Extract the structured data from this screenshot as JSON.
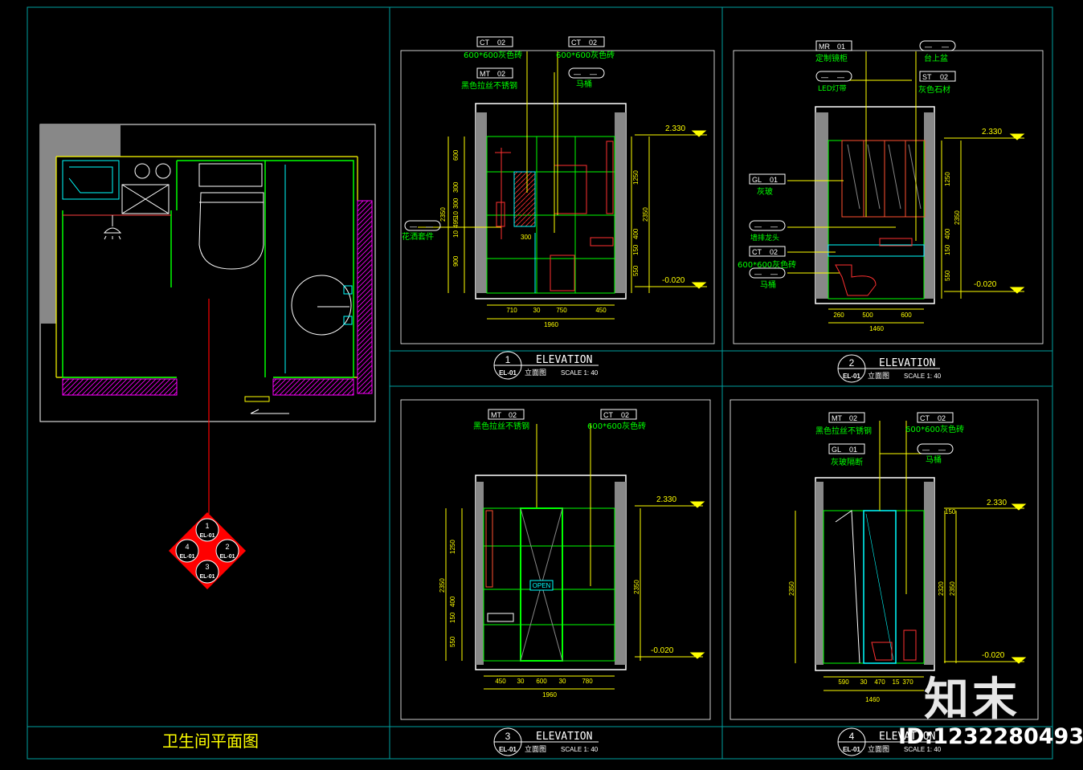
{
  "plan": {
    "title": "卫生间平面图",
    "marker": {
      "n1": "1",
      "n2": "2",
      "n3": "3",
      "n4": "4",
      "ref": "EL-01"
    }
  },
  "elevations": [
    {
      "num": "1",
      "ref": "EL-01",
      "title": "ELEVATION",
      "sub": "立面图",
      "scale": "SCALE  1: 40",
      "level_top": "2.330",
      "level_bottom": "-0.020",
      "tags": [
        {
          "code": "CT",
          "no": "02",
          "desc": "600*600灰色砖"
        },
        {
          "code": "CT",
          "no": "02",
          "desc": "600*600灰色砖"
        },
        {
          "code": "MT",
          "no": "02",
          "desc": "黑色拉丝不锈钢"
        },
        {
          "code": "—",
          "no": "—",
          "desc": "马桶"
        },
        {
          "code": "—",
          "no": "—",
          "desc": "花洒套件"
        }
      ],
      "dims_bottom": [
        "710",
        "30",
        "750",
        "450"
      ],
      "dim_total": "1960",
      "dims_left": [
        "600",
        "300",
        "300",
        "10",
        "495",
        "10",
        "900"
      ],
      "dim_left_total": "2350",
      "dims_right": [
        "1250",
        "400",
        "150",
        "550"
      ],
      "dim_right_total": "2350",
      "dim_inner": "300"
    },
    {
      "num": "2",
      "ref": "EL-01",
      "title": "ELEVATION",
      "sub": "立面图",
      "scale": "SCALE  1: 40",
      "level_top": "2.330",
      "level_bottom": "-0.020",
      "tags": [
        {
          "code": "MR",
          "no": "01",
          "desc": "定制镜柜"
        },
        {
          "code": "—",
          "no": "—",
          "desc": "台上盆"
        },
        {
          "code": "—",
          "no": "—",
          "desc": "LED灯带"
        },
        {
          "code": "ST",
          "no": "02",
          "desc": "灰色石材"
        },
        {
          "code": "GL",
          "no": "01",
          "desc": "灰玻"
        },
        {
          "code": "—",
          "no": "—",
          "desc": "墙排龙头"
        },
        {
          "code": "CT",
          "no": "02",
          "desc": "600*600灰色砖"
        },
        {
          "code": "—",
          "no": "—",
          "desc": "马桶"
        }
      ],
      "dims_bottom": [
        "260",
        "500",
        "600"
      ],
      "dim_total": "1460",
      "dims_right": [
        "1250",
        "400",
        "150",
        "550"
      ],
      "dim_right_total": "2350"
    },
    {
      "num": "3",
      "ref": "EL-01",
      "title": "ELEVATION",
      "sub": "立面图",
      "scale": "SCALE  1: 40",
      "level_top": "2.330",
      "level_bottom": "-0.020",
      "tags": [
        {
          "code": "MT",
          "no": "02",
          "desc": "黑色拉丝不锈钢"
        },
        {
          "code": "CT",
          "no": "02",
          "desc": "600*600灰色砖"
        }
      ],
      "door_label": "OPEN",
      "dims_bottom": [
        "450",
        "30",
        "600",
        "30",
        "780"
      ],
      "dim_total": "1960",
      "dims_left": [
        "1250",
        "400",
        "150",
        "550"
      ],
      "dim_left_total": "2350",
      "dim_right_total": "2350"
    },
    {
      "num": "4",
      "ref": "EL-01",
      "title": "ELEVATION",
      "sub": "立面图",
      "scale": "SCALE  1: 40",
      "level_top": "2.330",
      "level_bottom": "-0.020",
      "tags": [
        {
          "code": "MT",
          "no": "02",
          "desc": "黑色拉丝不锈钢"
        },
        {
          "code": "CT",
          "no": "02",
          "desc": "600*600灰色砖"
        },
        {
          "code": "GL",
          "no": "01",
          "desc": "灰玻隔断"
        },
        {
          "code": "—",
          "no": "—",
          "desc": "马桶"
        }
      ],
      "dims_bottom": [
        "590",
        "30",
        "470",
        "15",
        "370"
      ],
      "dim_total": "1460",
      "dim_left_total": "2350",
      "dims_right": [
        "2320",
        "2350"
      ],
      "dim_small": "150"
    }
  ],
  "watermark": {
    "brand": "知末",
    "id": "ID:1232280493"
  },
  "colors": {
    "frame": "#00a0a0",
    "dim": "#ffff00",
    "leader": "#ffff00",
    "wall": "#ffffff",
    "tile": "#00ff00",
    "fixture": "#ff0000",
    "glass": "#00ffff",
    "cabinet": "#ff6040",
    "hatch": "#ff00ff"
  }
}
